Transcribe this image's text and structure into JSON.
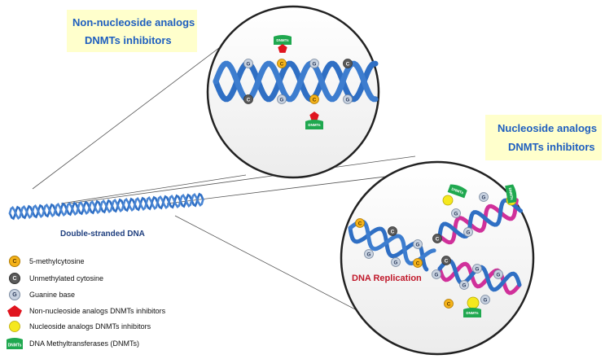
{
  "callouts": {
    "non_nucleoside": [
      "Non-nucleoside analogs",
      "DNMTs inhibitors"
    ],
    "nucleoside": [
      "Nucleoside analogs",
      "DNMTs inhibitors"
    ]
  },
  "labels": {
    "double_stranded": "Double-stranded DNA",
    "replication": "DNA Replication"
  },
  "bases": {
    "methylcytosine": "C",
    "cytosine": "C",
    "guanine": "G"
  },
  "enzyme_tag": "DNMTs",
  "legend": [
    {
      "icon": "methylcytosine",
      "text": "5-methylcytosine"
    },
    {
      "icon": "cytosine",
      "text": "Unmethylated cytosine"
    },
    {
      "icon": "guanine",
      "text": "Guanine base"
    },
    {
      "icon": "non-nucleoside-inhibitor",
      "text": "Non-nucleoside analogs DNMTs inhibitors"
    },
    {
      "icon": "nucleoside-inhibitor",
      "text": "Nucleoside analogs DNMTs inhibitors"
    },
    {
      "icon": "dnmt",
      "text": "DNA Methyltransferases (DNMTs)"
    }
  ],
  "colors": {
    "strand_blue": "#2f6fc4",
    "strand_pink": "#d0309a",
    "callout_fill": "#ffffcc",
    "callout_text": "#1f5fbf",
    "methylcytosine": "#f5b31a",
    "cytosine": "#5a5a5a",
    "guanine": "#c8d2e0",
    "inhibitor_red": "#e0141e",
    "inhibitor_yellow": "#f5e81e",
    "dnmt_green": "#1fa84f",
    "replication_text": "#c0182a"
  }
}
